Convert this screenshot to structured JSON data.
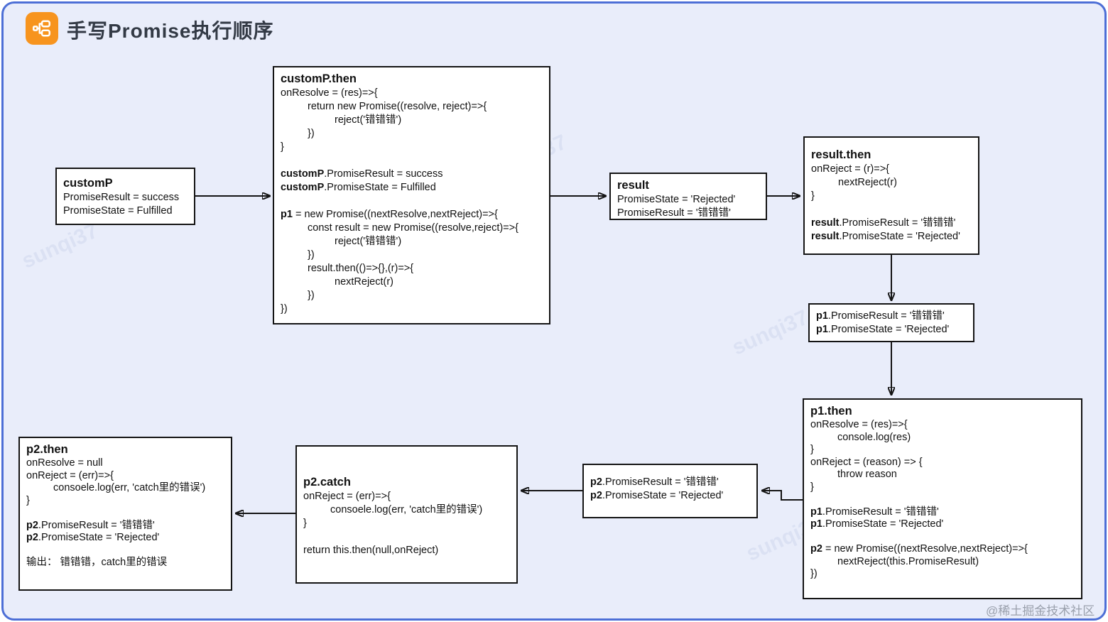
{
  "page": {
    "title": "手写Promise执行顺序",
    "watermark_text": "sunqi37",
    "attribution": "@稀土掘金技术社区"
  },
  "colors": {
    "canvas_bg": "#e9edfa",
    "frame_border": "#4d6fd6",
    "logo_orange": "#f7941e",
    "box_border": "#141414",
    "box_bg": "#ffffff"
  },
  "diagram": {
    "boxes": [
      {
        "id": "custom-p",
        "title": "customP",
        "lines": [
          {
            "segs": [
              {
                "t": "PromiseResult = success"
              }
            ]
          },
          {
            "segs": [
              {
                "t": "PromiseState = Fulfilled"
              }
            ]
          }
        ]
      },
      {
        "id": "custom-p-then",
        "title": "customP.then",
        "lines": [
          {
            "segs": [
              {
                "t": "onResolve = (res)=>{"
              }
            ]
          },
          {
            "segs": [
              {
                "t": "return new Promise((resolve, reject)=>{"
              }
            ],
            "indent": 1
          },
          {
            "segs": [
              {
                "t": "reject('错错错')"
              }
            ],
            "indent": 2
          },
          {
            "segs": [
              {
                "t": "})"
              }
            ],
            "indent": 1
          },
          {
            "segs": [
              {
                "t": "}"
              }
            ]
          },
          {
            "segs": []
          },
          {
            "segs": [
              {
                "t": "customP",
                "b": true
              },
              {
                "t": ".PromiseResult = success"
              }
            ]
          },
          {
            "segs": [
              {
                "t": "customP",
                "b": true
              },
              {
                "t": ".PromiseState = Fulfilled"
              }
            ]
          },
          {
            "segs": []
          },
          {
            "segs": [
              {
                "t": "p1",
                "b": true
              },
              {
                "t": " = new Promise((nextResolve,nextReject)=>{"
              }
            ]
          },
          {
            "segs": [
              {
                "t": "const result = new Promise((resolve,reject)=>{"
              }
            ],
            "indent": 1
          },
          {
            "segs": [
              {
                "t": "reject('错错错')"
              }
            ],
            "indent": 2
          },
          {
            "segs": [
              {
                "t": "})"
              }
            ],
            "indent": 1
          },
          {
            "segs": [
              {
                "t": "result.then(()=>{},(r)=>{"
              }
            ],
            "indent": 1
          },
          {
            "segs": [
              {
                "t": "nextReject(r)"
              }
            ],
            "indent": 2
          },
          {
            "segs": [
              {
                "t": "})"
              }
            ],
            "indent": 1
          },
          {
            "segs": [
              {
                "t": "})"
              }
            ]
          }
        ]
      },
      {
        "id": "result",
        "title": "result",
        "lines": [
          {
            "segs": [
              {
                "t": "PromiseState = 'Rejected'"
              }
            ]
          },
          {
            "segs": [
              {
                "t": "PromiseResult = '错错错'"
              }
            ]
          }
        ]
      },
      {
        "id": "result-then",
        "title": "result.then",
        "lines": [
          {
            "segs": [
              {
                "t": "onReject = (r)=>{"
              }
            ]
          },
          {
            "segs": [
              {
                "t": "nextReject(r)"
              }
            ],
            "indent": 1
          },
          {
            "segs": [
              {
                "t": "}"
              }
            ]
          },
          {
            "segs": []
          },
          {
            "segs": [
              {
                "t": "result",
                "b": true
              },
              {
                "t": ".PromiseResult = '错错错'"
              }
            ]
          },
          {
            "segs": [
              {
                "t": "result",
                "b": true
              },
              {
                "t": ".PromiseState = 'Rejected'"
              }
            ]
          }
        ]
      },
      {
        "id": "p1",
        "title": null,
        "lines": [
          {
            "segs": [
              {
                "t": "p1",
                "b": true
              },
              {
                "t": ".PromiseResult = '错错错'"
              }
            ]
          },
          {
            "segs": [
              {
                "t": "p1",
                "b": true
              },
              {
                "t": ".PromiseState = 'Rejected'"
              }
            ]
          }
        ]
      },
      {
        "id": "p1-then",
        "title": "p1.then",
        "lines": [
          {
            "segs": [
              {
                "t": "onResolve = (res)=>{"
              }
            ]
          },
          {
            "segs": [
              {
                "t": "console.log(res)"
              }
            ],
            "indent": 1
          },
          {
            "segs": [
              {
                "t": "}"
              }
            ]
          },
          {
            "segs": [
              {
                "t": "onReject = (reason) => {"
              }
            ]
          },
          {
            "segs": [
              {
                "t": "throw reason"
              }
            ],
            "indent": 1
          },
          {
            "segs": [
              {
                "t": "}"
              }
            ]
          },
          {
            "segs": []
          },
          {
            "segs": [
              {
                "t": "p1",
                "b": true
              },
              {
                "t": ".PromiseResult = '错错错'"
              }
            ]
          },
          {
            "segs": [
              {
                "t": "p1",
                "b": true
              },
              {
                "t": ".PromiseState = 'Rejected'"
              }
            ]
          },
          {
            "segs": []
          },
          {
            "segs": [
              {
                "t": "p2",
                "b": true
              },
              {
                "t": " = new Promise((nextResolve,nextReject)=>{"
              }
            ]
          },
          {
            "segs": [
              {
                "t": "nextReject(this.PromiseResult)"
              }
            ],
            "indent": 1
          },
          {
            "segs": [
              {
                "t": "})"
              }
            ]
          }
        ]
      },
      {
        "id": "p2",
        "title": null,
        "lines": [
          {
            "segs": [
              {
                "t": "p2",
                "b": true
              },
              {
                "t": ".PromiseResult = '错错错'"
              }
            ]
          },
          {
            "segs": [
              {
                "t": "p2",
                "b": true
              },
              {
                "t": ".PromiseState = 'Rejected'"
              }
            ]
          }
        ]
      },
      {
        "id": "p2-catch",
        "title": "p2.catch",
        "lines": [
          {
            "segs": [
              {
                "t": "onReject = (err)=>{"
              }
            ]
          },
          {
            "segs": [
              {
                "t": "consoele.log(err, 'catch里的错误')"
              }
            ],
            "indent": 1
          },
          {
            "segs": [
              {
                "t": "}"
              }
            ]
          },
          {
            "segs": []
          },
          {
            "segs": [
              {
                "t": "return this.then(null,onReject)"
              }
            ]
          }
        ]
      },
      {
        "id": "p2-then",
        "title": "p2.then",
        "lines": [
          {
            "segs": [
              {
                "t": "onResolve = null"
              }
            ]
          },
          {
            "segs": [
              {
                "t": "onReject = (err)=>{"
              }
            ]
          },
          {
            "segs": [
              {
                "t": "consoele.log(err, 'catch里的错误')"
              }
            ],
            "indent": 1
          },
          {
            "segs": [
              {
                "t": "}"
              }
            ]
          },
          {
            "segs": []
          },
          {
            "segs": [
              {
                "t": "p2",
                "b": true
              },
              {
                "t": ".PromiseResult = '错错错'"
              }
            ]
          },
          {
            "segs": [
              {
                "t": "p2",
                "b": true
              },
              {
                "t": ".PromiseState = 'Rejected'"
              }
            ]
          },
          {
            "segs": []
          },
          {
            "segs": [
              {
                "t": "输出： 错错错，catch里的错误"
              }
            ]
          }
        ]
      }
    ]
  }
}
